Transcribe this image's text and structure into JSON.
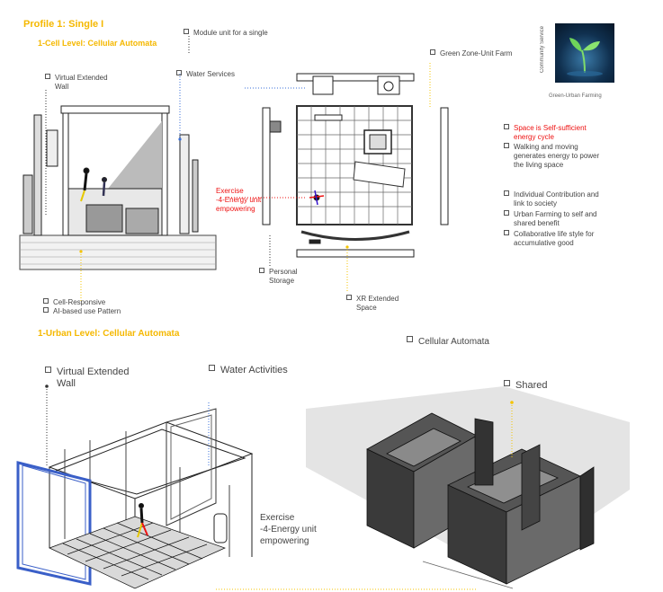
{
  "header": {
    "profile_title": "Profile 1: Single I",
    "cell_level_title": "1-Cell Level: Cellular Automata",
    "urban_level_title": "1-Urban Level: Cellular Automata"
  },
  "cell_labels": {
    "module_unit": "Module unit for a single",
    "virtual_wall_1": "Virtual Extended",
    "virtual_wall_2": "Wall",
    "water_services": "Water Services",
    "green_zone": "Green Zone-Unit Farm",
    "exercise_1": "Exercise",
    "exercise_2": "-4-Energy unit",
    "exercise_3": "empowering",
    "personal_storage_1": "Personal",
    "personal_storage_2": "Storage",
    "xr_space_1": "XR Extended",
    "xr_space_2": "Space",
    "cell_responsive": "Cell-Responsive",
    "ai_pattern": "AI-based use Pattern"
  },
  "side_panel": {
    "vertical_caption": "Community Service",
    "photo_caption": "Green-Urban Farming",
    "red_note_1": "Space is Self-sufficient",
    "red_note_2": "energy cycle",
    "walking_1": "Walking and moving",
    "walking_2": "generates energy to power",
    "walking_3": "the living space",
    "individual_1": "Individual Contribution and",
    "individual_2": "link to society",
    "urban_farming_1": "Urban Farming to self and",
    "urban_farming_2": "shared benefit",
    "collab_1": "Collaborative life style  for",
    "collab_2": "accumulative good"
  },
  "urban_labels": {
    "cellular_automata": "Cellular Automata",
    "virtual_wall_1": "Virtual Extended",
    "virtual_wall_2": "Wall",
    "water_activities": "Water Activities",
    "shared": "Shared",
    "exercise_1": "Exercise",
    "exercise_2": "-4-Energy unit",
    "exercise_3": "empowering"
  },
  "colors": {
    "title": "#f5b800",
    "accent_red": "#e11111",
    "guide_blue": "#3a6fd8",
    "guide_yellow": "#f5c400"
  }
}
